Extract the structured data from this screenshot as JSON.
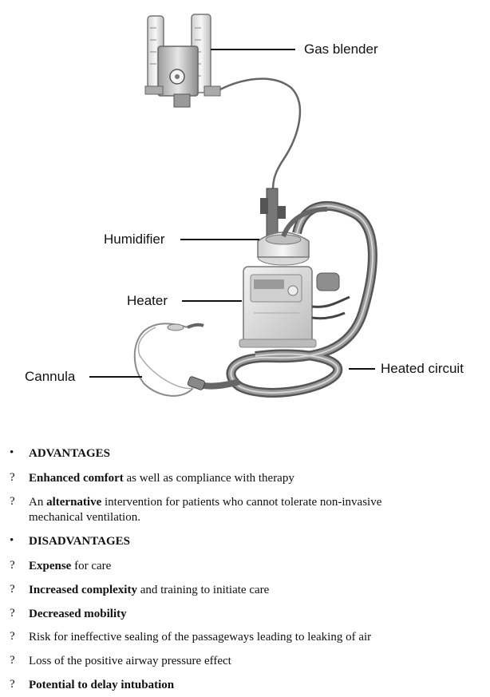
{
  "figure": {
    "labels": {
      "gas_blender": "Gas blender",
      "humidifier": "Humidifier",
      "heater": "Heater",
      "cannula": "Cannula",
      "heated_circuit": "Heated circuit"
    }
  },
  "list": {
    "advantages_heading": {
      "marker": "•",
      "text": "ADVANTAGES"
    },
    "adv_1": {
      "marker": "?",
      "bold": "Enhanced comfort",
      "rest": " as well as compliance with therapy"
    },
    "adv_2": {
      "marker": "?",
      "pre": "An ",
      "bold": "alternative",
      "rest": " intervention for patients who cannot tolerate non-invasive mechanical ventilation."
    },
    "disadvantages_heading": {
      "marker": "•",
      "text": "DISADVANTAGES"
    },
    "dis_1": {
      "marker": "?",
      "bold": "Expense",
      "rest": " for care"
    },
    "dis_2": {
      "marker": "?",
      "bold": "Increased complexity",
      "rest": " and training to initiate care"
    },
    "dis_3": {
      "marker": "?",
      "bold": "Decreased mobility"
    },
    "dis_4": {
      "marker": "?",
      "text": "Risk for ineffective sealing of the passageways leading to leaking of air"
    },
    "dis_5": {
      "marker": "?",
      "text": "Loss of the positive airway pressure effect"
    },
    "dis_6": {
      "marker": "?",
      "bold": "Potential to delay intubation"
    }
  }
}
